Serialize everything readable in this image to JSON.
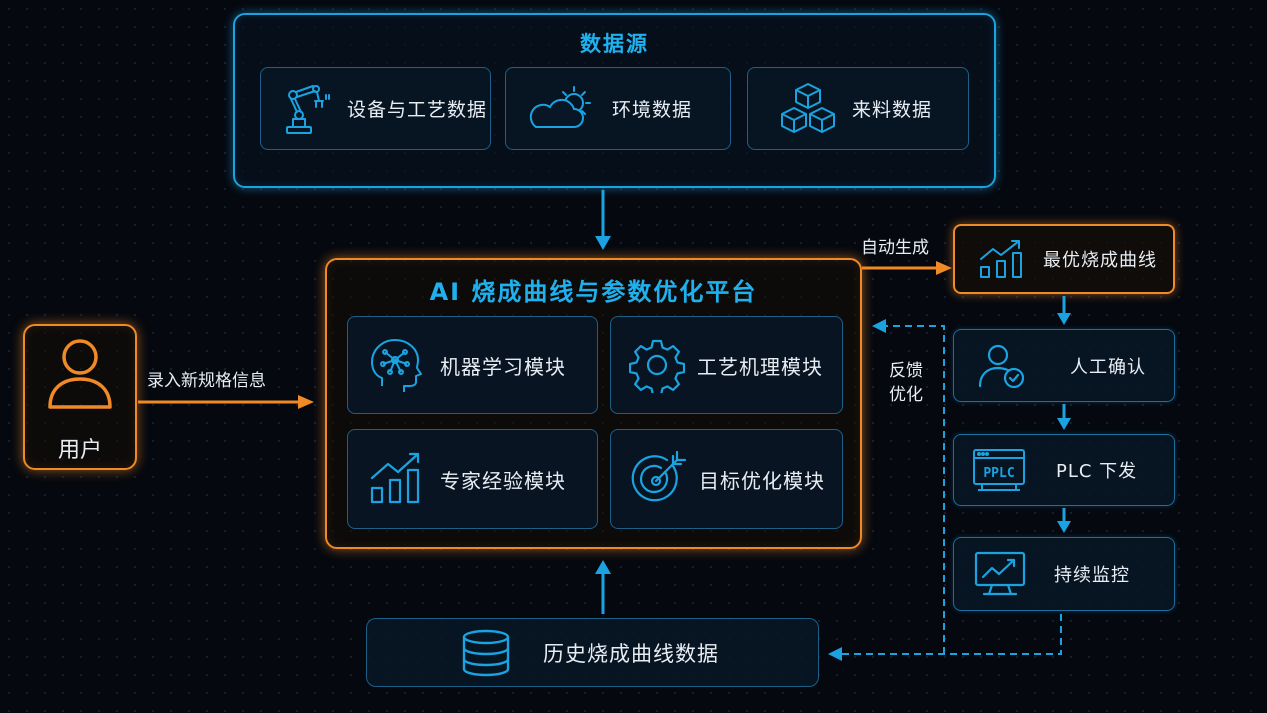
{
  "data_sources": {
    "title": "数据源",
    "items": [
      {
        "label": "设备与工艺数据",
        "icon": "robot-arm-icon"
      },
      {
        "label": "环境数据",
        "icon": "cloud-sun-icon"
      },
      {
        "label": "来料数据",
        "icon": "cubes-icon"
      }
    ]
  },
  "user": {
    "label": "用户",
    "input_label": "录入新规格信息",
    "icon": "user-icon"
  },
  "platform": {
    "title": "AI 烧成曲线与参数优化平台",
    "modules": [
      {
        "label": "机器学习模块",
        "icon": "brain-network-icon"
      },
      {
        "label": "工艺机理模块",
        "icon": "gear-icon"
      },
      {
        "label": "专家经验模块",
        "icon": "growth-chart-icon"
      },
      {
        "label": "目标优化模块",
        "icon": "target-icon"
      }
    ]
  },
  "history": {
    "label": "历史烧成曲线数据",
    "icon": "database-icon"
  },
  "flow": {
    "auto_generate_label": "自动生成",
    "feedback_label_1": "反馈",
    "feedback_label_2": "优化",
    "steps": [
      {
        "label": "最优烧成曲线",
        "icon": "chart-up-icon"
      },
      {
        "label": "人工确认",
        "icon": "user-check-icon"
      },
      {
        "label": "PLC 下发",
        "icon": "plc-icon",
        "icon_text": "PPLC"
      },
      {
        "label": "持续监控",
        "icon": "monitor-chart-icon"
      }
    ]
  },
  "colors": {
    "accent_blue": "#1aa3e0",
    "accent_orange": "#f08a26",
    "background": "#05080f"
  }
}
